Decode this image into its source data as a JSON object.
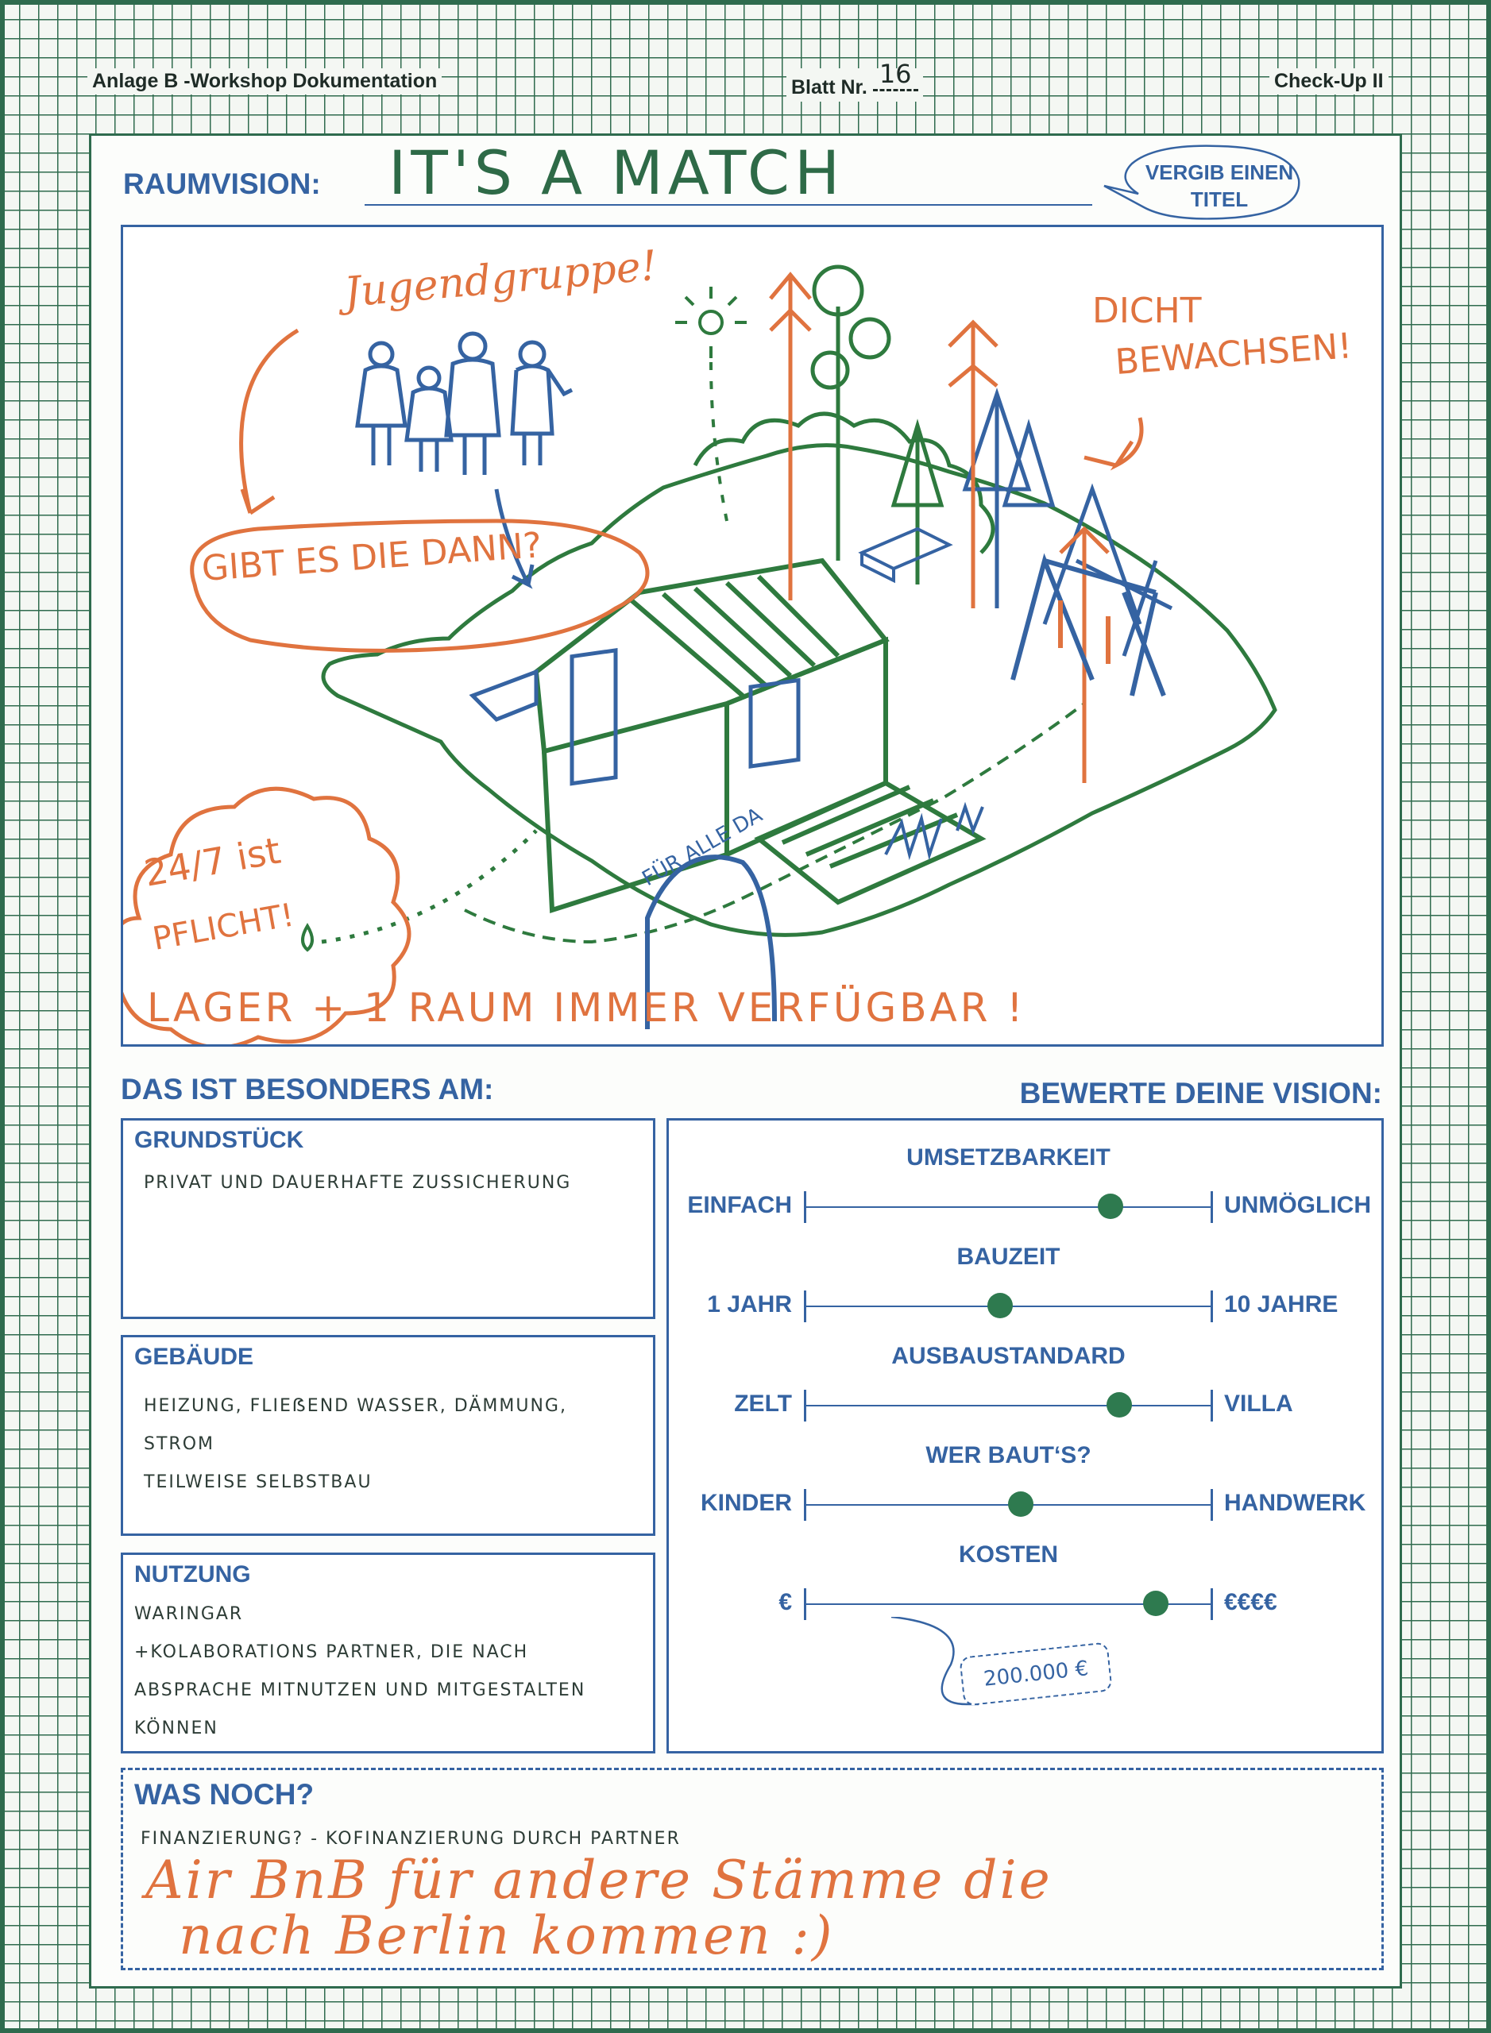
{
  "header": {
    "left": "Anlage B -Workshop Dokumentation",
    "sheet_label": "Blatt Nr.",
    "sheet_number": "16",
    "right": "Check-Up II"
  },
  "vision": {
    "label": "RAUMVISION:",
    "title": "IT'S A MATCH",
    "title_hint": [
      "VERGIB EINEN",
      "TITEL"
    ]
  },
  "sketch_notes": {
    "top_left": "Jugendgruppe!",
    "speech": "GIBT ES DIE DANN?",
    "dense": [
      "DICHT",
      "BEWACHSEN!"
    ],
    "cloud": [
      "24/7 ist",
      "PFLICHT!"
    ],
    "gate": "FÜR ALLE DA",
    "bottom": "LAGER + 1 RAUM IMMER VERFÜGBAR !"
  },
  "special": {
    "heading": "DAS IST BESONDERS AM:",
    "grundstueck": {
      "title": "GRUNDSTÜCK",
      "text": "PRIVAT UND DAUERHAFTE ZUSSICHERUNG"
    },
    "gebaeude": {
      "title": "GEBÄUDE",
      "lines": [
        "HEIZUNG, FLIEẞEND WASSER, DÄMMUNG,",
        "STROM",
        "TEILWEISE SELBSTBAU"
      ]
    },
    "nutzung": {
      "title": "NUTZUNG",
      "lines": [
        "WARINGAR",
        "+KOLABORATIONS PARTNER, DIE NACH",
        "ABSPRACHE MITNUTZEN UND MITGESTALTEN",
        "KÖNNEN"
      ]
    }
  },
  "rating": {
    "heading": "BEWERTE DEINE VISION:",
    "sliders": [
      {
        "title": "UMSETZBARKEIT",
        "left": "EINFACH",
        "right": "UNMÖGLICH",
        "value": 0.75
      },
      {
        "title": "BAUZEIT",
        "left": "1 JAHR",
        "right": "10 JAHRE",
        "value": 0.48
      },
      {
        "title": "AUSBAUSTANDARD",
        "left": "ZELT",
        "right": "VILLA",
        "value": 0.77
      },
      {
        "title": "WER BAUT‘S?",
        "left": "KINDER",
        "right": "HANDWERK",
        "value": 0.53
      },
      {
        "title": "KOSTEN",
        "left": "€",
        "right": "€€€€",
        "value": 0.86
      }
    ],
    "cost_tag": "200.000 €"
  },
  "extra": {
    "heading": "WAS NOCH?",
    "line1": "FINANZIERUNG? - KOFINANZIERUNG DURCH PARTNER",
    "line2": "Air BnB für andere Stämme die",
    "line3": "nach Berlin kommen :)"
  },
  "colors": {
    "grid": "#2f6b4e",
    "blue": "#3563a2",
    "green_knob": "#2e7a4f",
    "orange": "#e0733f",
    "sketch_green": "#2e7a3e"
  }
}
